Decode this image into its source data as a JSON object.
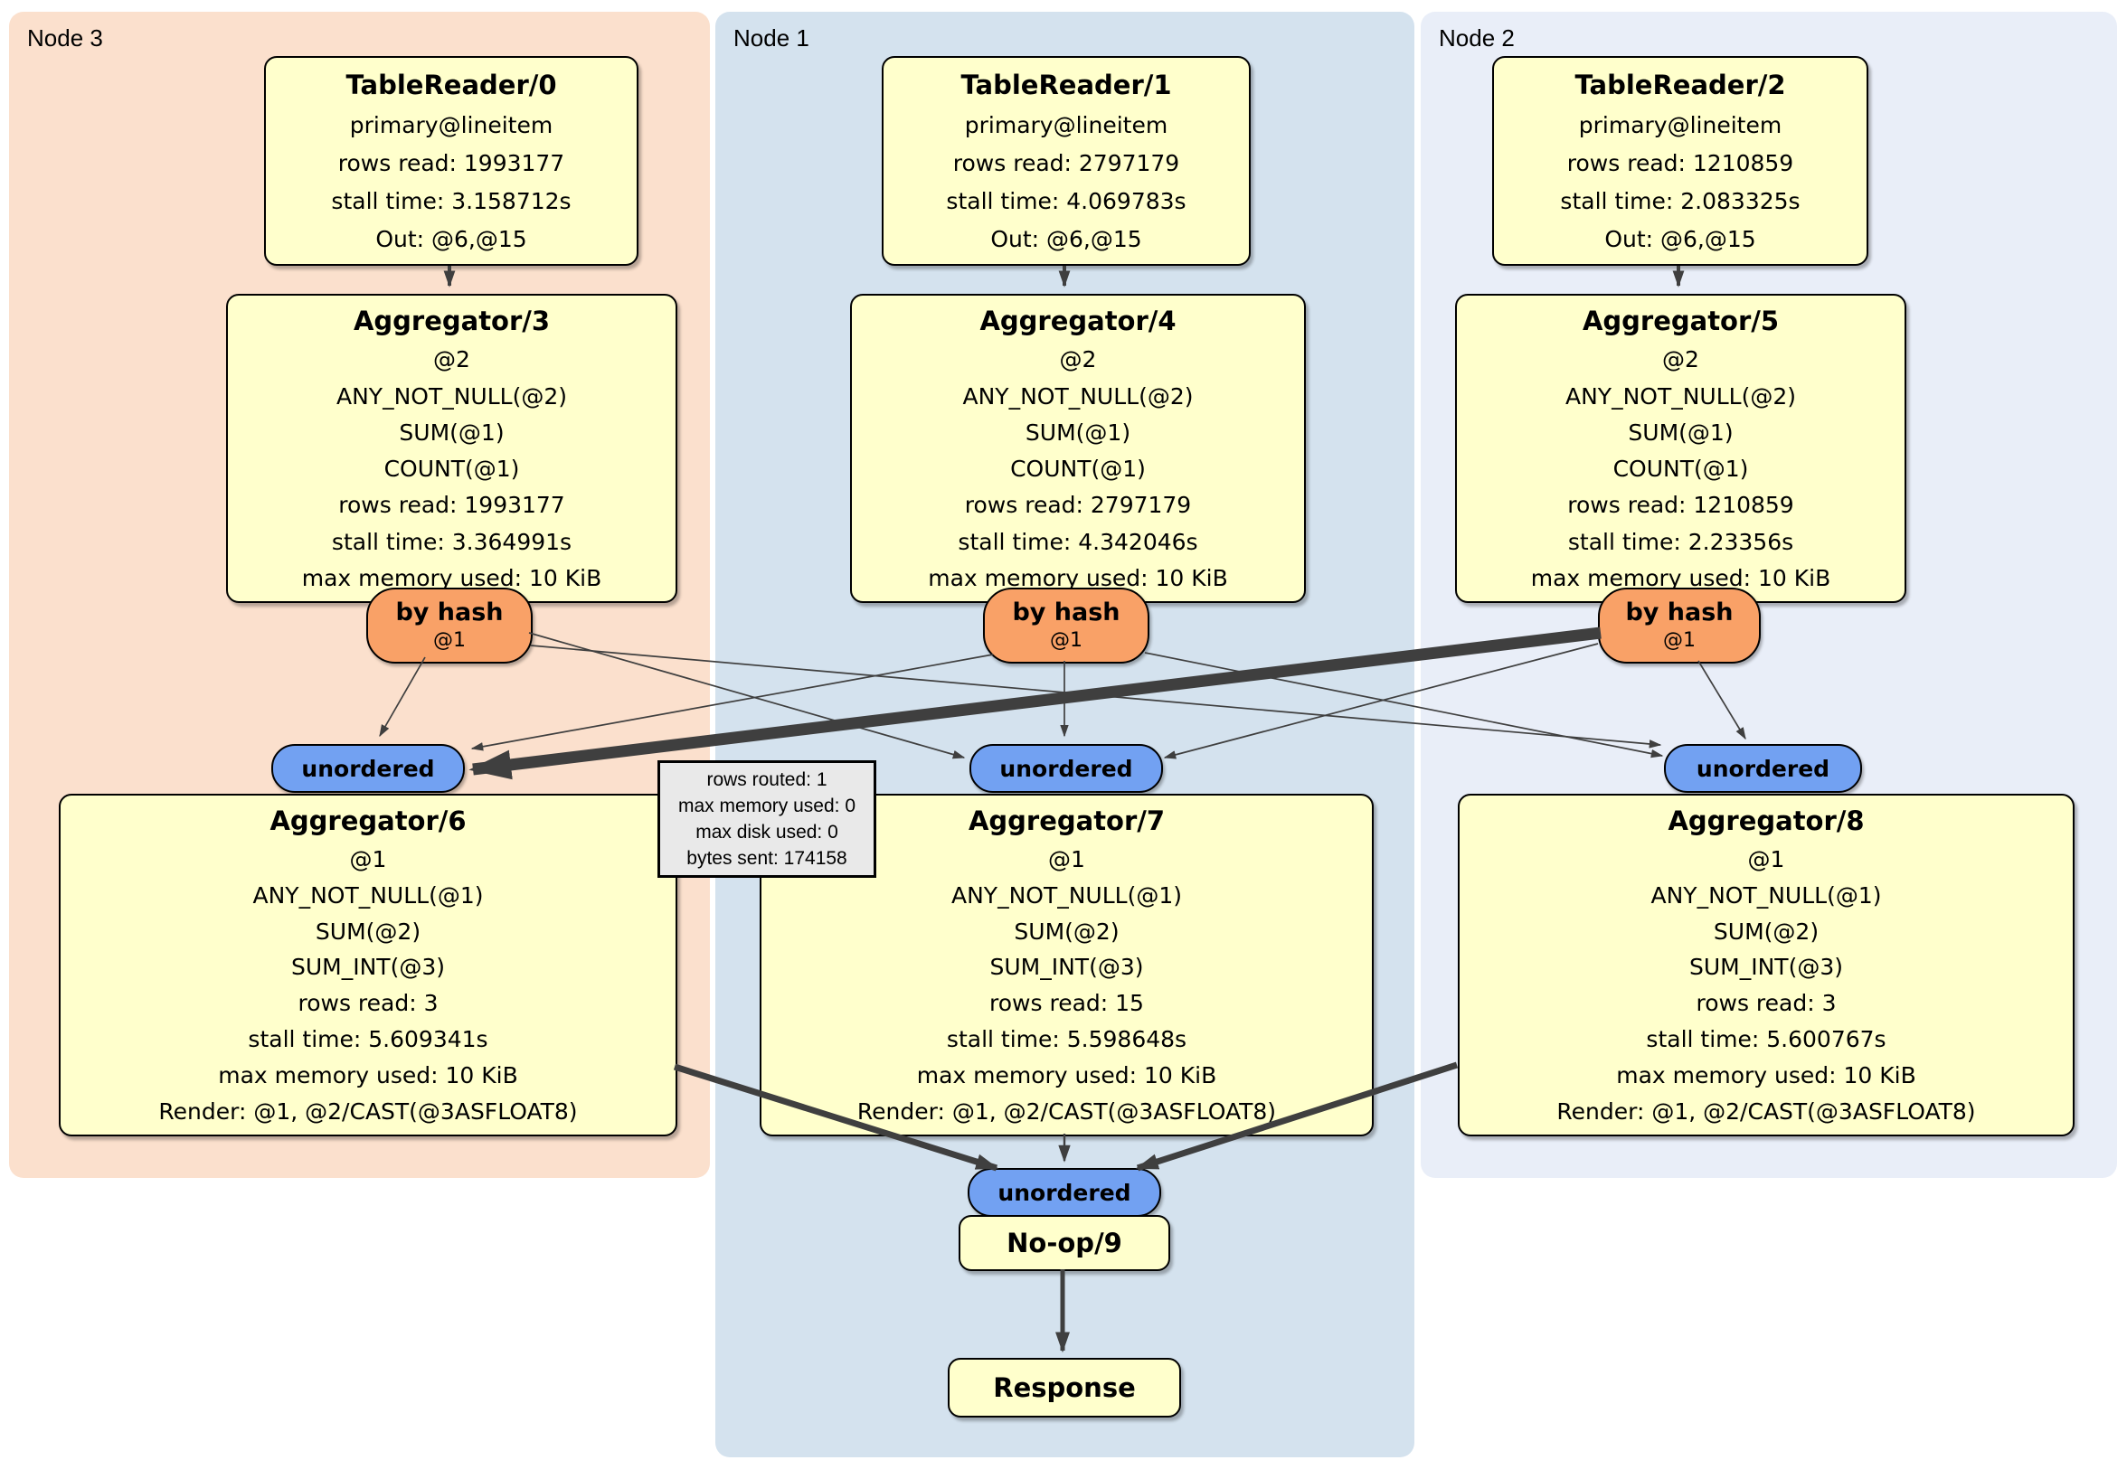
{
  "panels": [
    {
      "label": "Node 3"
    },
    {
      "label": "Node 1"
    },
    {
      "label": "Node 2"
    }
  ],
  "processors": {
    "table_readers": [
      {
        "title": "TableReader/0",
        "lines": [
          "primary@lineitem",
          "rows read: 1993177",
          "stall time: 3.158712s",
          "Out: @6,@15"
        ]
      },
      {
        "title": "TableReader/1",
        "lines": [
          "primary@lineitem",
          "rows read: 2797179",
          "stall time: 4.069783s",
          "Out: @6,@15"
        ]
      },
      {
        "title": "TableReader/2",
        "lines": [
          "primary@lineitem",
          "rows read: 1210859",
          "stall time: 2.083325s",
          "Out: @6,@15"
        ]
      }
    ],
    "aggregators_top": [
      {
        "title": "Aggregator/3",
        "lines": [
          "@2",
          "ANY_NOT_NULL(@2)",
          "SUM(@1)",
          "COUNT(@1)",
          "rows read: 1993177",
          "stall time: 3.364991s",
          "max memory used: 10 KiB"
        ]
      },
      {
        "title": "Aggregator/4",
        "lines": [
          "@2",
          "ANY_NOT_NULL(@2)",
          "SUM(@1)",
          "COUNT(@1)",
          "rows read: 2797179",
          "stall time: 4.342046s",
          "max memory used: 10 KiB"
        ]
      },
      {
        "title": "Aggregator/5",
        "lines": [
          "@2",
          "ANY_NOT_NULL(@2)",
          "SUM(@1)",
          "COUNT(@1)",
          "rows read: 1210859",
          "stall time: 2.23356s",
          "max memory used: 10 KiB"
        ]
      }
    ],
    "aggregators_bottom": [
      {
        "title": "Aggregator/6",
        "lines": [
          "@1",
          "ANY_NOT_NULL(@1)",
          "SUM(@2)",
          "SUM_INT(@3)",
          "rows read: 3",
          "stall time: 5.609341s",
          "max memory used: 10 KiB",
          "Render: @1, @2/CAST(@3ASFLOAT8)"
        ]
      },
      {
        "title": "Aggregator/7",
        "lines": [
          "@1",
          "ANY_NOT_NULL(@1)",
          "SUM(@2)",
          "SUM_INT(@3)",
          "rows read: 15",
          "stall time: 5.598648s",
          "max memory used: 10 KiB",
          "Render: @1, @2/CAST(@3ASFLOAT8)"
        ]
      },
      {
        "title": "Aggregator/8",
        "lines": [
          "@1",
          "ANY_NOT_NULL(@1)",
          "SUM(@2)",
          "SUM_INT(@3)",
          "rows read: 3",
          "stall time: 5.600767s",
          "max memory used: 10 KiB",
          "Render: @1, @2/CAST(@3ASFLOAT8)"
        ]
      }
    ],
    "noop": {
      "title": "No-op/9"
    },
    "response": {
      "title": "Response"
    }
  },
  "routers": {
    "label": "by hash",
    "key": "@1"
  },
  "syncs": {
    "label": "unordered"
  },
  "edge_tooltip": {
    "lines": [
      "rows routed: 1",
      "max memory used: 0",
      "max disk used: 0",
      "bytes sent: 174158"
    ]
  },
  "colors": {
    "panel_node3": "#fbe0cd",
    "panel_node1": "#d4e2ee",
    "panel_node2": "#e9eef8",
    "processor_fill": "#ffffcc",
    "router_fill": "#f9a167",
    "sync_fill": "#72a1f2",
    "edge": "#3f3f3f",
    "tooltip_bg": "#e9e9e9"
  }
}
